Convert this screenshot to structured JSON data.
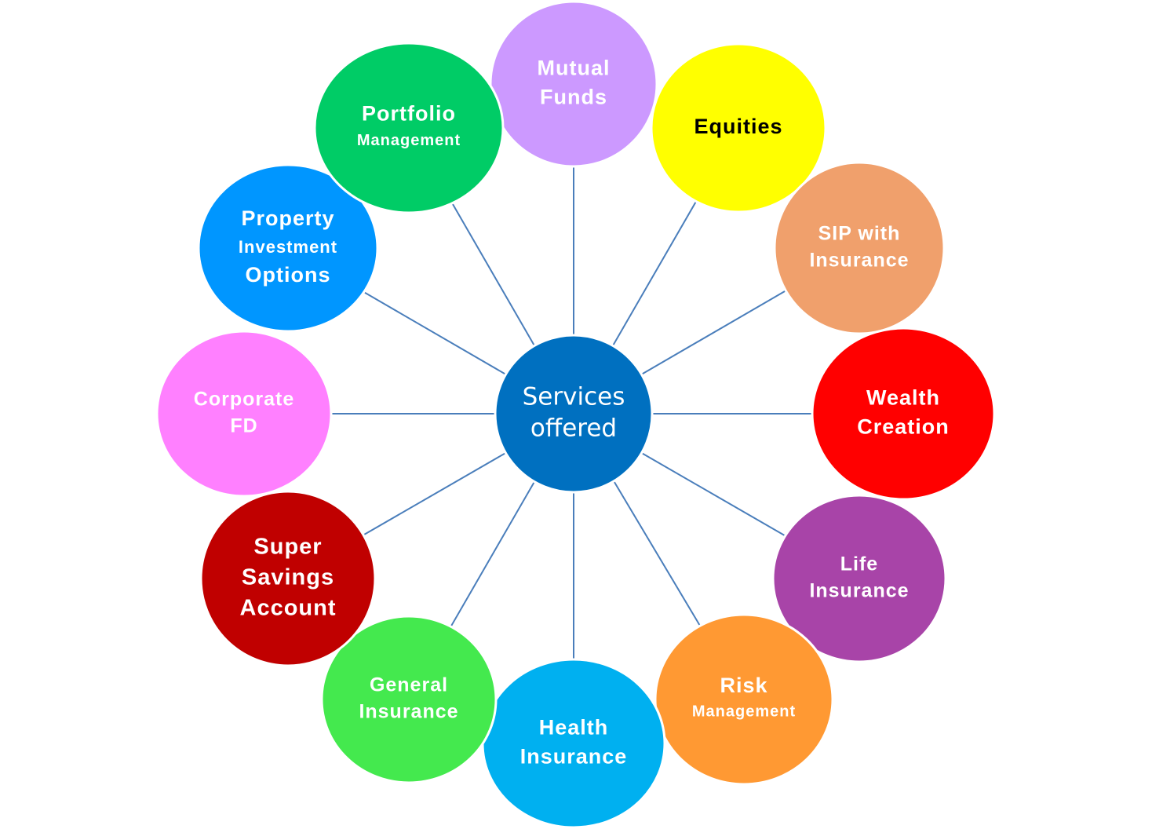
{
  "center": {
    "lines": [
      "Services",
      "offered"
    ],
    "color": "#0070c0"
  },
  "nodes": [
    {
      "id": "mutual-funds",
      "lines": [
        "Mutual",
        "Funds"
      ],
      "color": "#cc99ff",
      "text_color": "#ffffff"
    },
    {
      "id": "equities",
      "lines": [
        "Equities"
      ],
      "color": "#ffff00",
      "text_color": "#000000"
    },
    {
      "id": "sip-with-insurance",
      "lines": [
        "SIP with",
        "Insurance"
      ],
      "color": "#f0a06c",
      "text_color": "#ffffff"
    },
    {
      "id": "wealth-creation",
      "lines": [
        "Wealth",
        "Creation"
      ],
      "color": "#ff0000",
      "text_color": "#ffffff"
    },
    {
      "id": "life-insurance",
      "lines": [
        "Life",
        "Insurance"
      ],
      "color": "#a844a8",
      "text_color": "#ffffff"
    },
    {
      "id": "risk-management",
      "lines": [
        "Risk",
        "Management"
      ],
      "color": "#ff9933",
      "text_color": "#ffffff"
    },
    {
      "id": "health-insurance",
      "lines": [
        "Health",
        "Insurance"
      ],
      "color": "#00b0f0",
      "text_color": "#ffffff"
    },
    {
      "id": "general-insurance",
      "lines": [
        "General",
        "Insurance"
      ],
      "color": "#44e94e",
      "text_color": "#ffffff"
    },
    {
      "id": "super-savings-account",
      "lines": [
        "Super",
        "Savings",
        "Account"
      ],
      "color": "#c00000",
      "text_color": "#ffffff"
    },
    {
      "id": "corporate-fd",
      "lines": [
        "Corporate",
        "FD"
      ],
      "color": "#ff80ff",
      "text_color": "#ffffff"
    },
    {
      "id": "property-investment-options",
      "lines": [
        "Property",
        "Investment",
        "Options"
      ],
      "color": "#0096ff",
      "text_color": "#ffffff"
    },
    {
      "id": "portfolio-management",
      "lines": [
        "Portfolio",
        "Management"
      ],
      "color": "#00cc66",
      "text_color": "#ffffff"
    }
  ]
}
